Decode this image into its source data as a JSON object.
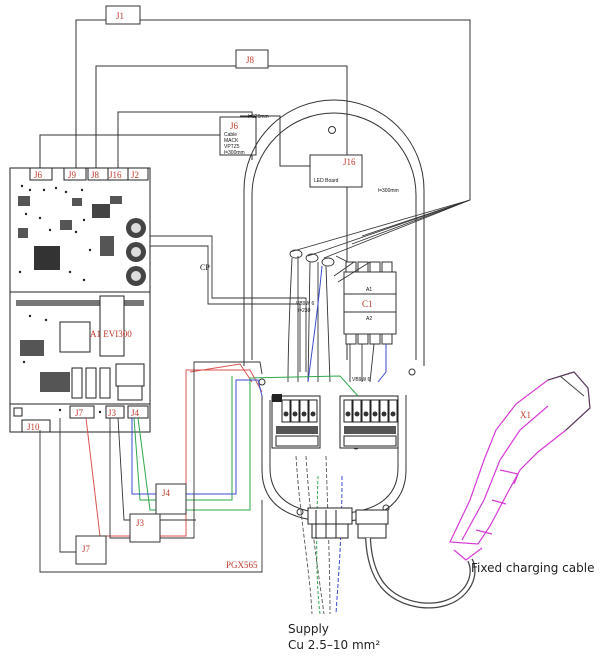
{
  "connectors": {
    "j1": "J1",
    "j8_top": "J8",
    "j6_top": "J6",
    "j6": "J6",
    "j9": "J9",
    "j8": "J8",
    "j16": "J16",
    "j2": "J2",
    "j10": "J10",
    "j7": "J7",
    "j3": "J3",
    "j4": "J4",
    "j4_box": "J4",
    "j3_box": "J3",
    "j7_box": "J7",
    "j16_box": "J16"
  },
  "labels": {
    "cable_note_1": "Cable",
    "cable_note_2": "MACK",
    "cable_note_3": "VPTZ5",
    "cable_note_4": "l=300mm",
    "l320": "l=320mm",
    "l300": "l=300mm",
    "led_board": "LED Board",
    "cp": "CP",
    "board": "A1 EVI300",
    "contactor": "C1",
    "a1": "A1",
    "a2": "A2",
    "vbw_1": "VB9W 6",
    "l230": "l=230",
    "vbw_2": "VB9W 6",
    "part_no": "PGX565",
    "plug": "X1"
  },
  "captions": {
    "cable": "Fixed charging cable",
    "supply_1": "Supply",
    "supply_2": "Cu 2.5–10 mm²"
  },
  "colors": {
    "connector_label": "#c0392b",
    "wire_red": "#d9534f",
    "wire_green": "#2ea84a",
    "wire_blue": "#3a4bd0",
    "plug_magenta": "#d63bd6"
  }
}
